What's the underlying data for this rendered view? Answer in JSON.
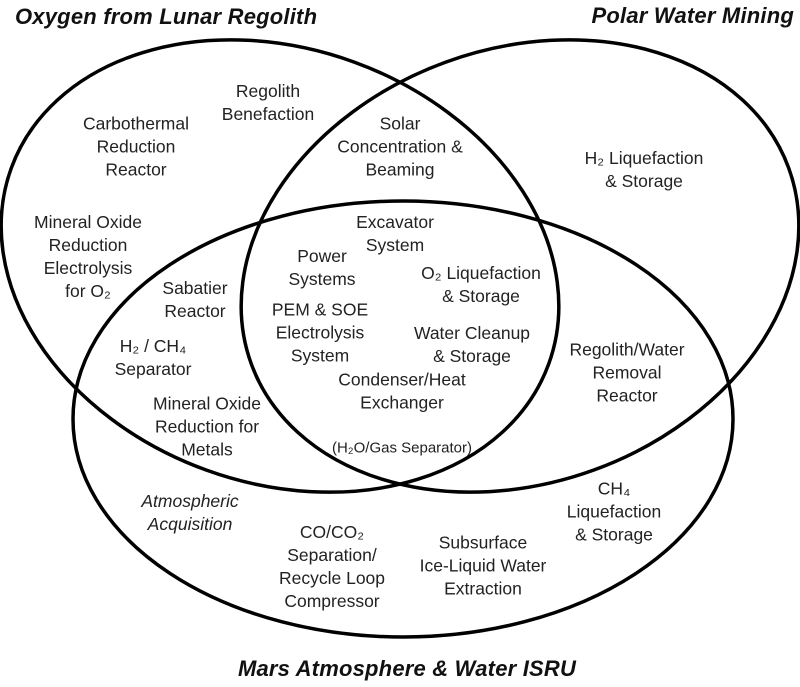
{
  "diagram": {
    "type": "venn-3",
    "colors": {
      "background": "#ffffff",
      "circle_stroke": "#000000",
      "text": "#222222",
      "title_text": "#111111"
    },
    "circles": [
      {
        "id": "lunar",
        "title": "Oxygen from Lunar Regolith"
      },
      {
        "id": "polar",
        "title": "Polar Water Mining"
      },
      {
        "id": "mars",
        "title": "Mars Atmosphere & Water ISRU"
      }
    ],
    "titles": {
      "lunar": "Oxygen from Lunar Regolith",
      "polar": "Polar Water Mining",
      "mars": "Mars Atmosphere & Water ISRU"
    },
    "labels": {
      "carbothermal": "Carbothermal\nReduction\nReactor",
      "regolith_benefaction": "Regolith\nBenefaction",
      "mineral_oxide_o2": "Mineral Oxide\nReduction\nElectrolysis\nfor O₂",
      "solar_concentration": "Solar\nConcentration &\nBeaming",
      "h2_liquefaction": "H₂ Liquefaction\n& Storage",
      "sabatier": "Sabatier\nReactor",
      "h2_ch4_separator": "H₂ / CH₄\nSeparator",
      "mineral_oxide_metals": "Mineral Oxide\nReduction for\nMetals",
      "excavator": "Excavator\nSystem",
      "power_systems": "Power\nSystems",
      "pem_soe": "PEM & SOE\nElectrolysis\nSystem",
      "o2_liquefaction": "O₂ Liquefaction\n& Storage",
      "water_cleanup": "Water Cleanup\n& Storage",
      "condenser_main": "Condenser/Heat\nExchanger",
      "condenser_sub": "(H₂O/Gas Separator)",
      "regolith_water_removal": "Regolith/Water\nRemoval\nReactor",
      "ch4_liquefaction": "CH₄\nLiquefaction\n& Storage",
      "atmospheric_acquisition": "Atmospheric\nAcquisition",
      "co_co2_compressor": "CO/CO₂\nSeparation/\nRecycle Loop\nCompressor",
      "subsurface_ice": "Subsurface\nIce-Liquid Water\nExtraction"
    }
  }
}
